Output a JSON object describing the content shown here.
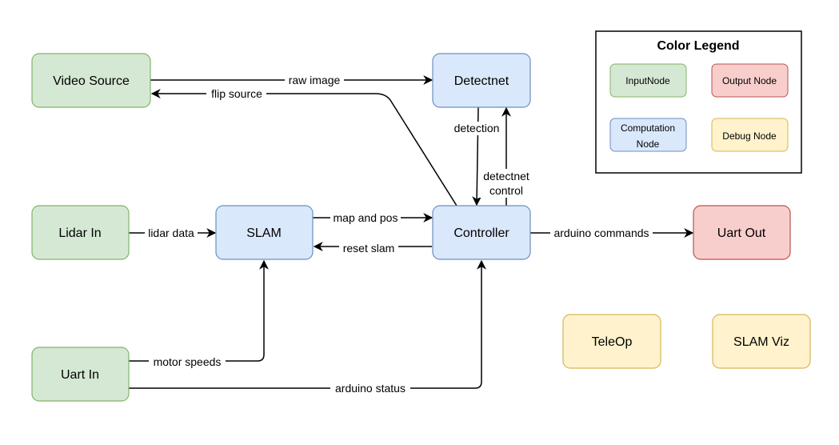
{
  "colors": {
    "input_fill": "#d5e8d4",
    "input_stroke": "#82b366",
    "output_fill": "#f8cecc",
    "output_stroke": "#b85450",
    "compute_fill": "#dae8fc",
    "compute_stroke": "#6c8ebf",
    "debug_fill": "#fff2cc",
    "debug_stroke": "#d6b656",
    "edge": "#000000"
  },
  "nodes": {
    "video_source": "Video Source",
    "detectnet": "Detectnet",
    "lidar_in": "Lidar In",
    "slam": "SLAM",
    "controller": "Controller",
    "uart_out": "Uart Out",
    "uart_in": "Uart In",
    "teleop": "TeleOp",
    "slam_viz": "SLAM Viz"
  },
  "edges": {
    "raw_image": "raw image",
    "flip_source": "flip source",
    "detection": "detection",
    "detectnet_control_1": "detectnet",
    "detectnet_control_2": "control",
    "lidar_data": "lidar data",
    "map_and_pos": "map and pos",
    "reset_slam": "reset slam",
    "arduino_commands": "arduino commands",
    "motor_speeds": "motor speeds",
    "arduino_status": "arduino status"
  },
  "legend": {
    "title": "Color Legend",
    "input": "InputNode",
    "output": "Output Node",
    "computation_1": "Computation",
    "computation_2": "Node",
    "debug": "Debug Node"
  }
}
